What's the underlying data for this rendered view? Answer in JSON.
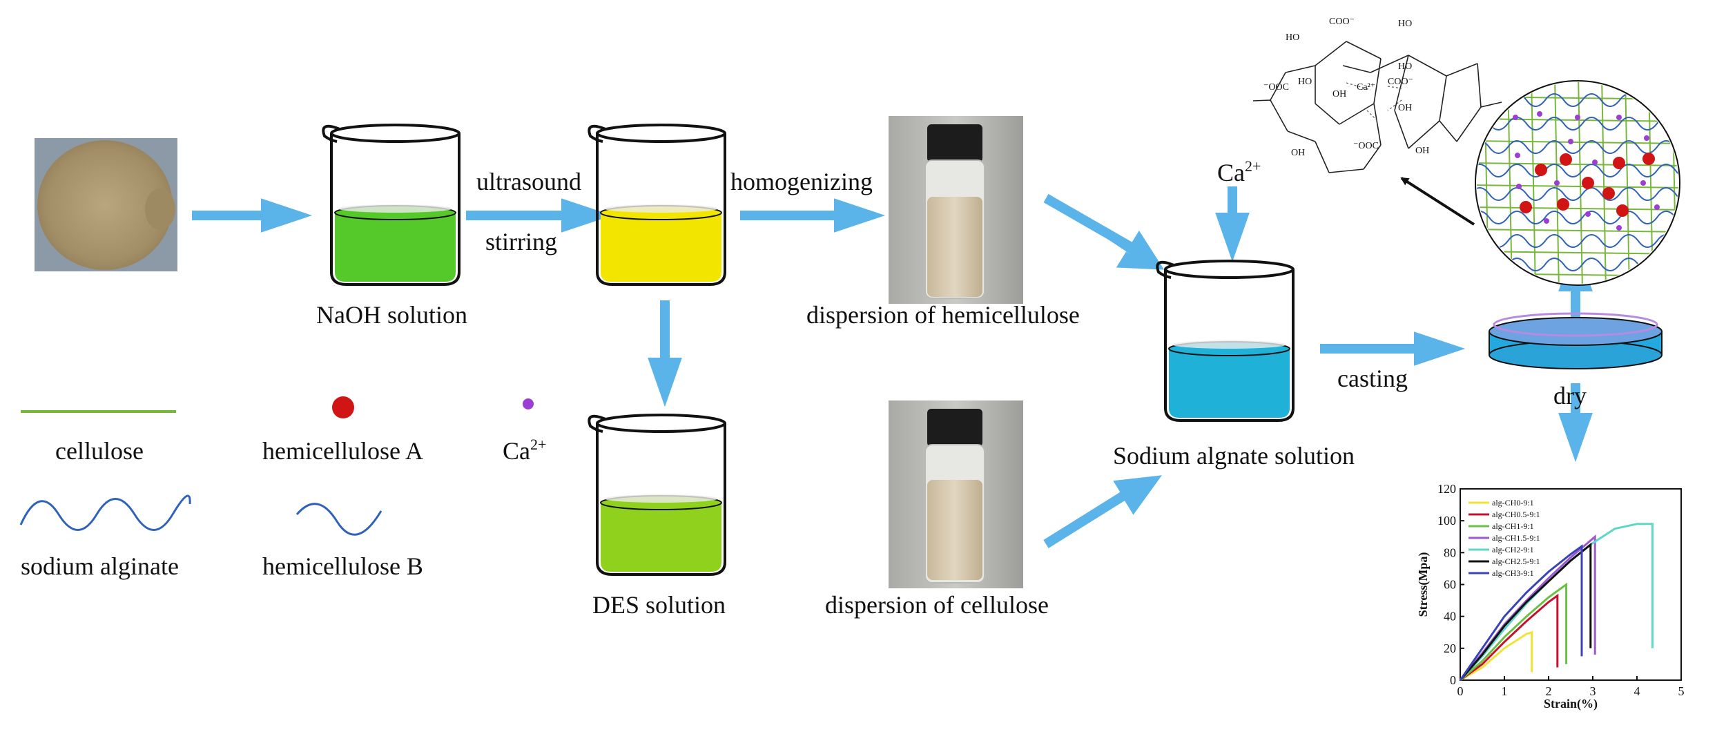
{
  "colors": {
    "arrow": "#5ab4ea",
    "naoh_liquid": "#55c92a",
    "des_liquid": "#8fd11c",
    "homog_liquid": "#f2e600",
    "sodium_liquid": "#1fb1d8",
    "cellulose_line": "#77b83a",
    "alginate_line": "#2f62b8",
    "hemicellulose_a_dot": "#d11414",
    "ca_dot": "#9b3fd4",
    "black_arrow": "#111111"
  },
  "steps": {
    "naoh": "NaOH solution",
    "ultrasound": "ultrasound",
    "stirring": "stirring",
    "homogenizing": "homogenizing",
    "dispersion_hemicellulose": "dispersion of hemicellulose",
    "des": "DES solution",
    "dispersion_cellulose": "dispersion of cellulose",
    "ca_top": "Ca",
    "ca_top_sup": "2+",
    "sodium": "Sodium algnate solution",
    "casting": "casting",
    "dry": "dry"
  },
  "legend": {
    "cellulose": "cellulose",
    "hemicellulose_a": "hemicellulose A",
    "ca": "Ca",
    "ca_sup": "2+",
    "sodium_alginate": "sodium alginate",
    "hemicellulose_b": "hemicellulose B"
  },
  "structure": {
    "coo_top": "COO⁻",
    "ho_top": "HO",
    "ho_left_top": "HO",
    "ho_left_mid": "HO",
    "ooc_left": "⁻OOC",
    "oh_left": "OH",
    "ca_center": "Ca²⁺",
    "ho_right_mid": "HO",
    "coo_right": "COO⁻",
    "oh_right": "OH",
    "oh_bottom_left": "OH",
    "ooc_bottom": "⁻OOC",
    "oh_bottom_right": "OH"
  },
  "chart_data": {
    "type": "line",
    "xlabel": "Strain(%)",
    "ylabel": "Stress(Mpa)",
    "xlim": [
      0,
      5
    ],
    "ylim": [
      0,
      120
    ],
    "xticks": [
      "0",
      "1",
      "2",
      "3",
      "4",
      "5"
    ],
    "yticks": [
      "0",
      "20",
      "40",
      "60",
      "80",
      "100",
      "120"
    ],
    "legend_position": "top-left",
    "series": [
      {
        "name": "alg-CH0-9:1",
        "color": "#f1e23a",
        "x": [
          0,
          0.5,
          1.0,
          1.5,
          1.62,
          1.62
        ],
        "y": [
          0,
          8,
          20,
          29,
          30,
          5
        ]
      },
      {
        "name": "alg-CH0.5-9:1",
        "color": "#c8102e",
        "x": [
          0,
          0.5,
          1.0,
          1.5,
          2.0,
          2.2,
          2.2
        ],
        "y": [
          0,
          10,
          24,
          37,
          49,
          53,
          8
        ]
      },
      {
        "name": "alg-CH1-9:1",
        "color": "#69c043",
        "x": [
          0,
          0.5,
          1.0,
          1.5,
          2.0,
          2.4,
          2.4
        ],
        "y": [
          0,
          12,
          27,
          40,
          52,
          60,
          10
        ]
      },
      {
        "name": "alg-CH1.5-9:1",
        "color": "#9b59d0",
        "x": [
          0,
          0.5,
          1.0,
          1.5,
          2.0,
          2.5,
          3.05,
          3.05
        ],
        "y": [
          0,
          17,
          35,
          50,
          64,
          77,
          90,
          16
        ]
      },
      {
        "name": "alg-CH2-9:1",
        "color": "#5fd6c8",
        "x": [
          0,
          0.5,
          1.0,
          1.5,
          2.0,
          2.5,
          3.0,
          3.5,
          4.0,
          4.35,
          4.35
        ],
        "y": [
          0,
          15,
          32,
          48,
          62,
          75,
          86,
          95,
          98,
          98,
          20
        ]
      },
      {
        "name": "alg-CH2.5-9:1",
        "color": "#111111",
        "x": [
          0,
          0.5,
          1.0,
          1.5,
          2.0,
          2.5,
          2.95,
          2.95
        ],
        "y": [
          0,
          16,
          34,
          49,
          62,
          75,
          85,
          20
        ]
      },
      {
        "name": "alg-CH3-9:1",
        "color": "#3a43b8",
        "x": [
          0,
          0.5,
          1.0,
          1.5,
          2.0,
          2.5,
          2.75,
          2.75
        ],
        "y": [
          0,
          20,
          40,
          55,
          68,
          79,
          84,
          15
        ]
      }
    ]
  }
}
